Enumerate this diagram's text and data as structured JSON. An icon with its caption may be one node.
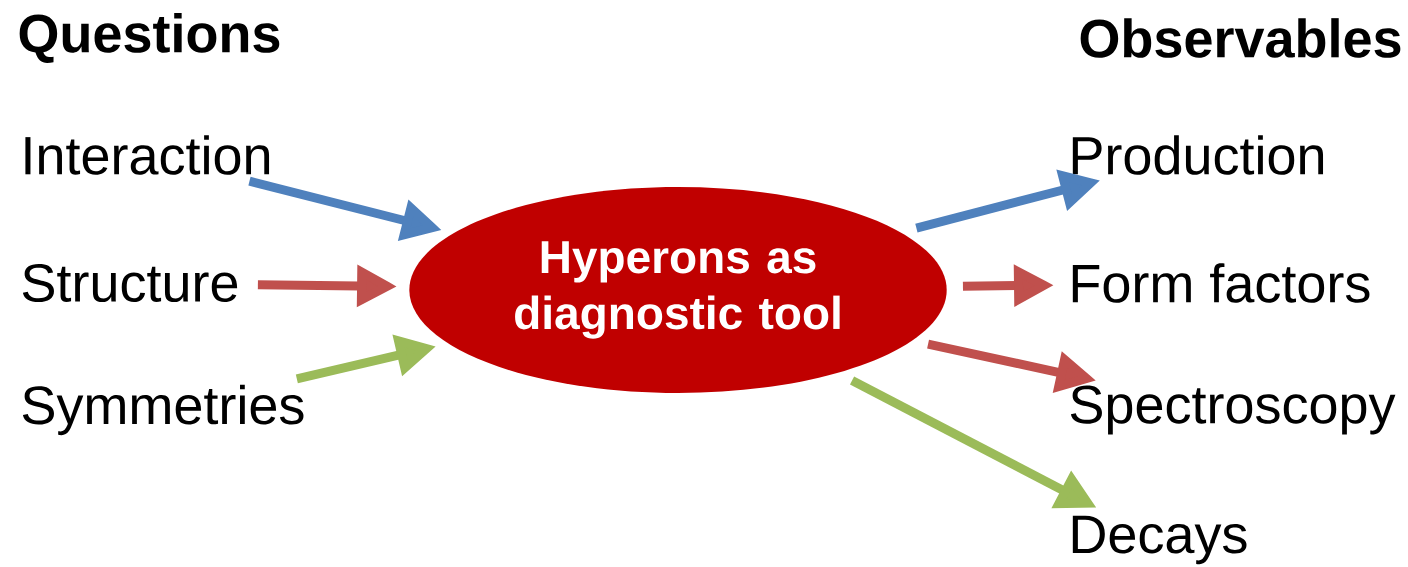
{
  "diagram": {
    "nodes": [
      {
        "text": [
          "Hyperons as diagnostic tool"
        ]
      },
      {
        "text": [
          "Interaction"
        ]
      },
      {
        "text": [
          "Structure"
        ]
      },
      {
        "text": [
          "Symmetries"
        ]
      },
      {
        "text": [
          "Production"
        ]
      },
      {
        "text": [
          "Form factors"
        ]
      },
      {
        "text": [
          "Spectroscopy"
        ]
      },
      {
        "text": [
          "Decays"
        ]
      }
    ],
    "edges": [
      {
        "from": 1,
        "to": 0,
        "arrow": "to",
        "color": "#4f81bd"
      },
      {
        "from": 2,
        "to": 0,
        "arrow": "to",
        "color": "#c0504d"
      },
      {
        "from": 3,
        "to": 0,
        "arrow": "to",
        "color": "#9bbb59"
      },
      {
        "from": 0,
        "to": 4,
        "arrow": "to",
        "color": "#4f81bd"
      },
      {
        "from": 0,
        "to": 5,
        "arrow": "to",
        "color": "#c0504d"
      },
      {
        "from": 0,
        "to": 6,
        "arrow": "to",
        "color": "#c0504d"
      },
      {
        "from": 0,
        "to": 7,
        "arrow": "to",
        "color": "#9bbb59"
      }
    ],
    "labels": [
      "Questions",
      "Observables"
    ]
  }
}
